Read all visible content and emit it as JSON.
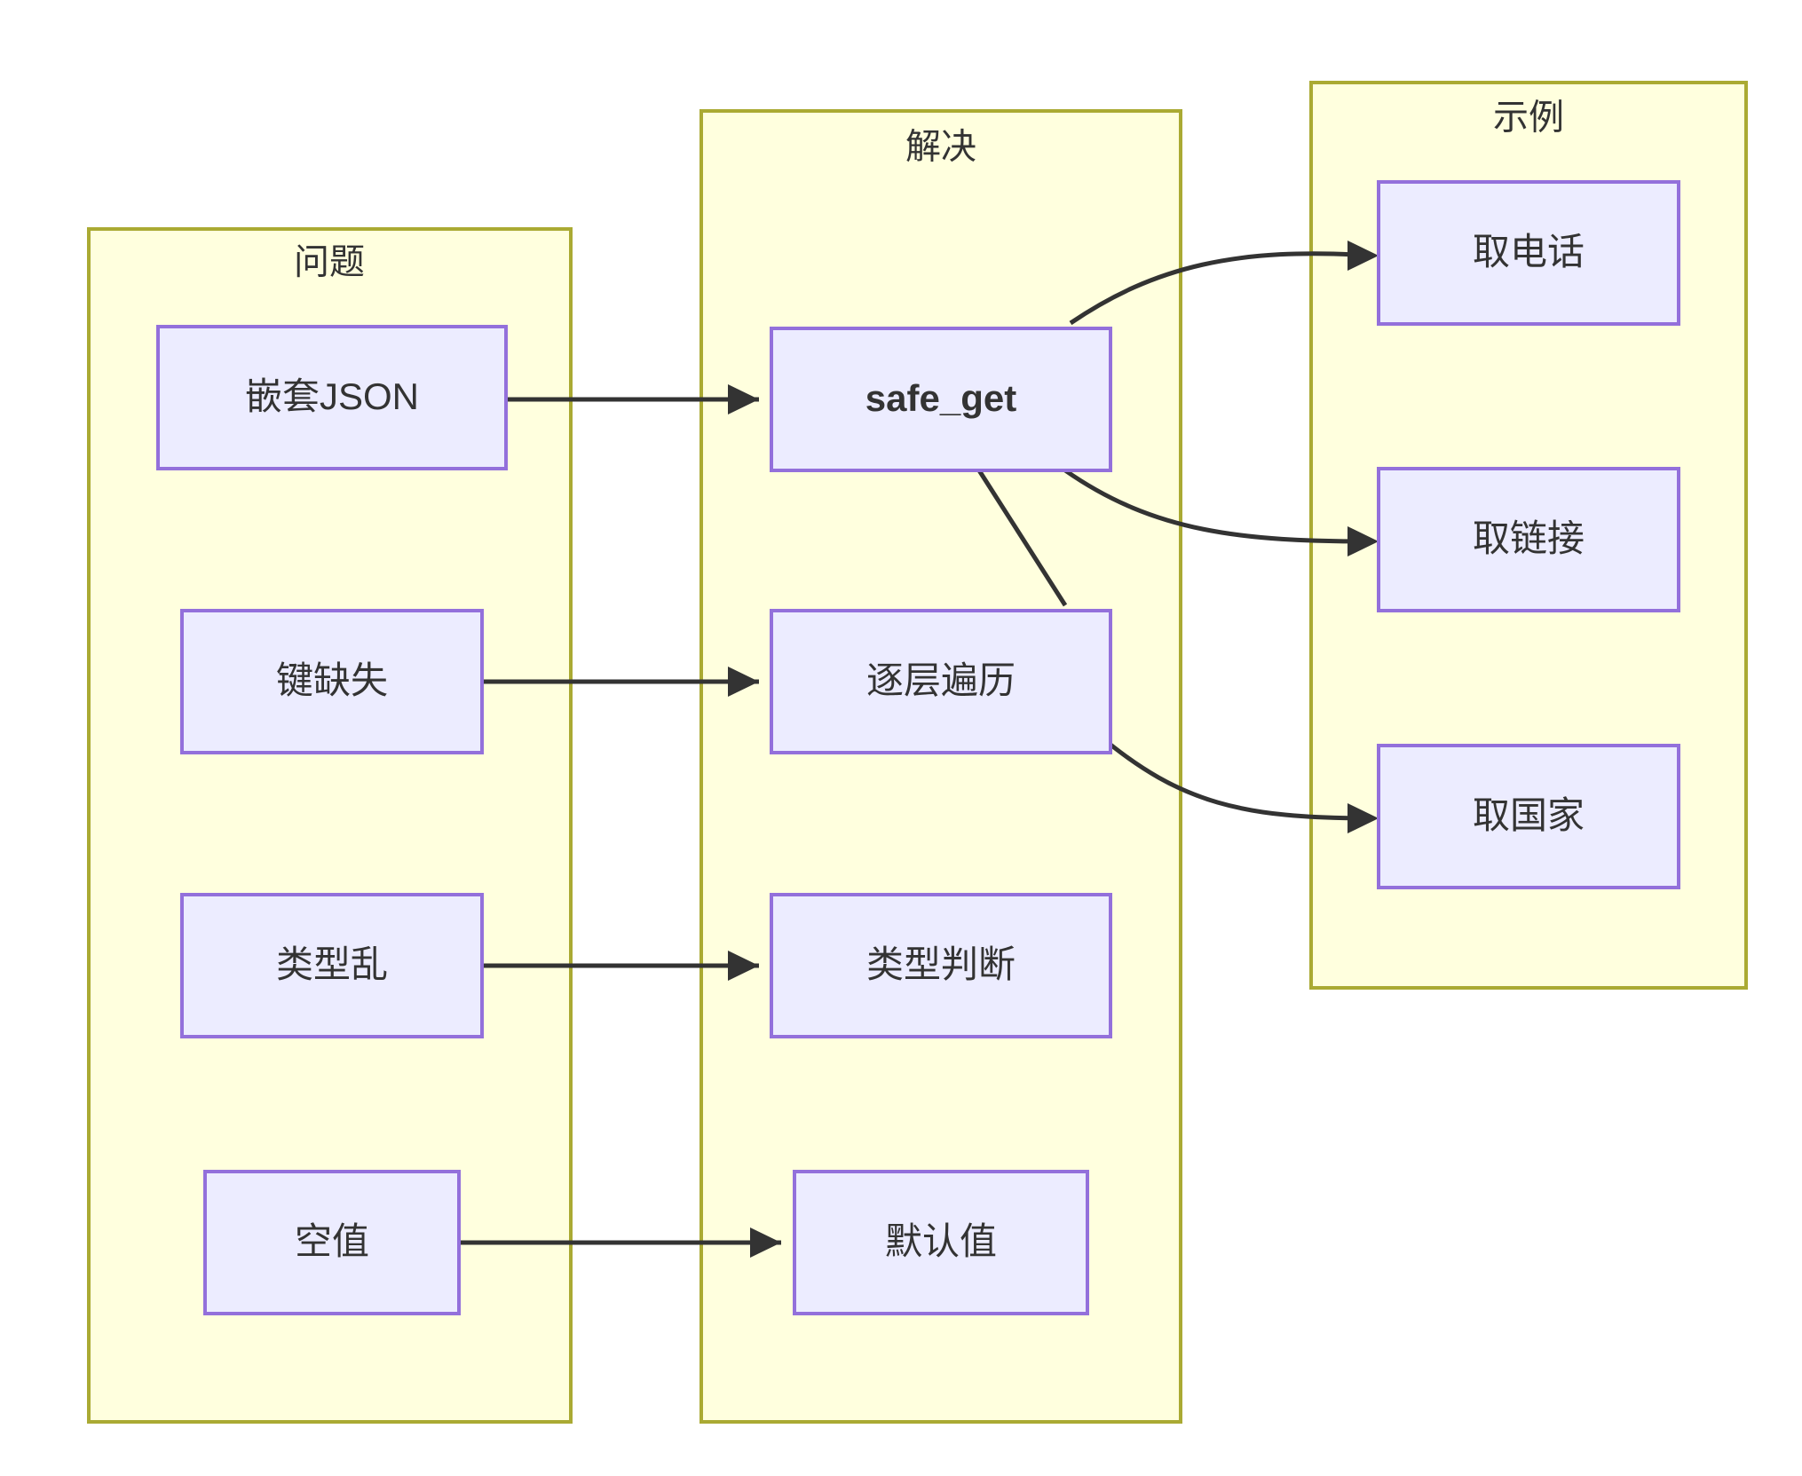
{
  "diagram": {
    "type": "flowchart-left-right",
    "background_color": "#ffffff",
    "cluster_fill": "#ffffde",
    "cluster_stroke": "#aaaa33",
    "node_fill": "#ececff",
    "node_stroke": "#9370db",
    "text_color": "#333333",
    "edge_color": "#333333",
    "clusters": [
      {
        "id": "problem",
        "label": "问题"
      },
      {
        "id": "solution",
        "label": "解决"
      },
      {
        "id": "example",
        "label": "示例"
      }
    ],
    "nodes": [
      {
        "id": "nested-json",
        "label": "嵌套JSON",
        "cluster": "problem",
        "bold": false
      },
      {
        "id": "key-missing",
        "label": "键缺失",
        "cluster": "problem",
        "bold": false
      },
      {
        "id": "type-mess",
        "label": "类型乱",
        "cluster": "problem",
        "bold": false
      },
      {
        "id": "null-value",
        "label": "空值",
        "cluster": "problem",
        "bold": false
      },
      {
        "id": "safe-get",
        "label": "safe_get",
        "cluster": "solution",
        "bold": true
      },
      {
        "id": "layer-walk",
        "label": "逐层遍历",
        "cluster": "solution",
        "bold": false
      },
      {
        "id": "type-check",
        "label": "类型判断",
        "cluster": "solution",
        "bold": false
      },
      {
        "id": "default-value",
        "label": "默认值",
        "cluster": "solution",
        "bold": false
      },
      {
        "id": "get-phone",
        "label": "取电话",
        "cluster": "example",
        "bold": false
      },
      {
        "id": "get-link",
        "label": "取链接",
        "cluster": "example",
        "bold": false
      },
      {
        "id": "get-country",
        "label": "取国家",
        "cluster": "example",
        "bold": false
      }
    ],
    "edges": [
      {
        "from": "nested-json",
        "to": "safe-get"
      },
      {
        "from": "key-missing",
        "to": "layer-walk"
      },
      {
        "from": "type-mess",
        "to": "type-check"
      },
      {
        "from": "null-value",
        "to": "default-value"
      },
      {
        "from": "safe-get",
        "to": "get-phone"
      },
      {
        "from": "safe-get",
        "to": "get-link"
      },
      {
        "from": "safe-get",
        "to": "layer-walk"
      },
      {
        "from": "layer-walk",
        "to": "get-country"
      }
    ]
  }
}
